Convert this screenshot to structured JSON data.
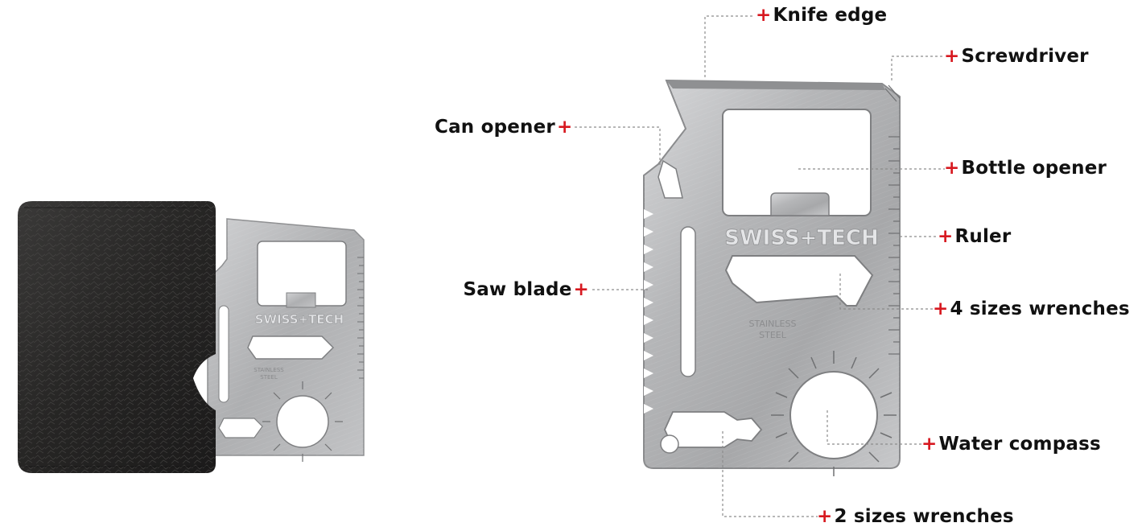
{
  "product": {
    "logo_text": "SWISS+TECH",
    "stamp_text": [
      "STAINLESS",
      "STEEL"
    ]
  },
  "callouts": {
    "knife_edge": "Knife edge",
    "screwdriver": "Screwdriver",
    "can_opener": "Can opener",
    "bottle_opener": "Bottle opener",
    "ruler": "Ruler",
    "saw_blade": "Saw blade",
    "four_sizes_wrenches": "4 sizes wrenches",
    "water_compass": "Water compass",
    "two_sizes_wrenches": "2 sizes wrenches"
  },
  "marker_symbol": "+",
  "colors": {
    "marker": "#d71920",
    "leader_line": "#8c8c8c",
    "label_text": "#111111",
    "steel": "#b9babc",
    "leather_case": "#2a2928"
  }
}
